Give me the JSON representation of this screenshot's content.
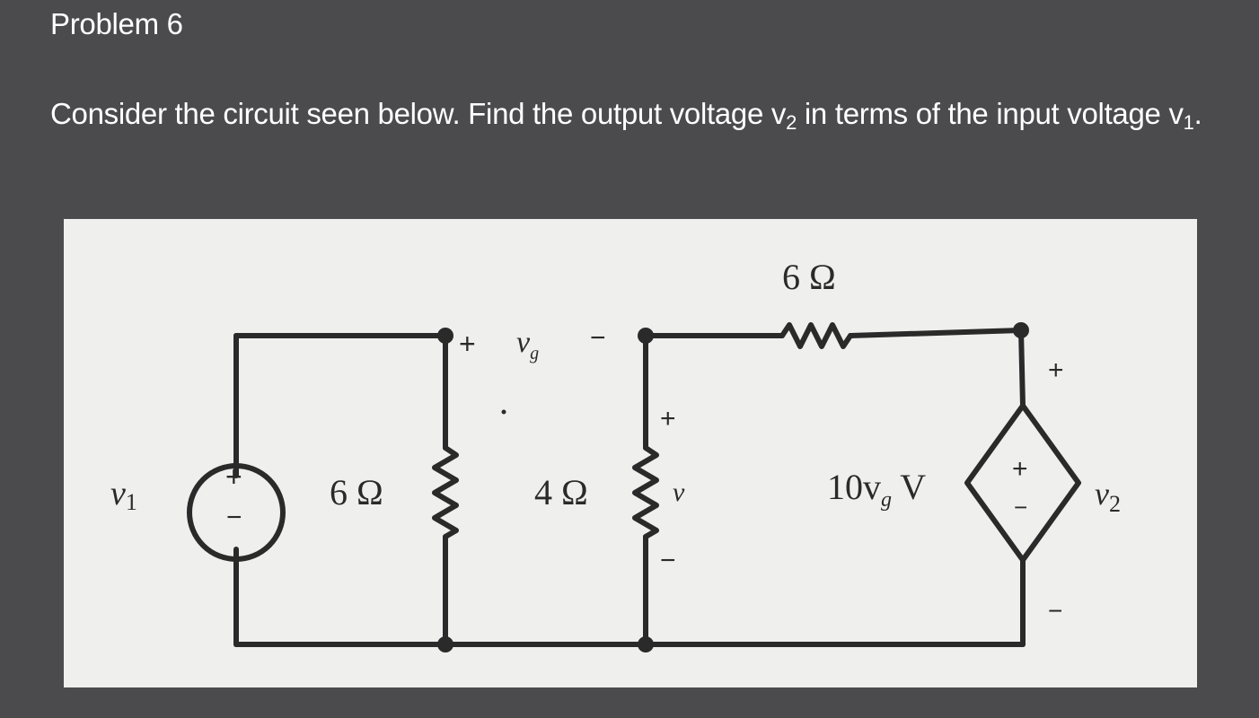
{
  "problem": {
    "title": "Problem 6",
    "statement_part1": "Consider the circuit seen below.  Find the output voltage v",
    "statement_sub1": "2",
    "statement_part2": " in terms of the input voltage v",
    "statement_sub2": "1",
    "statement_end": "."
  },
  "circuit": {
    "top_resistor_label": "6 Ω",
    "left_resistor_label": "6 Ω",
    "mid_resistor_label": "4 Ω",
    "source_label_v": "v",
    "source_label_sub": "1",
    "vg_label_v": "v",
    "vg_label_sub": "g",
    "mid_voltage_label": "v",
    "dependent_source_label": "10v",
    "dependent_source_label_sub": "g",
    "dependent_source_unit": " V",
    "output_label_v": "v",
    "output_label_sub": "2",
    "plus_sign": "+",
    "minus_sign": "−",
    "dash_sign": "—"
  },
  "colors": {
    "background": "#4b4b4d",
    "panel": "#efefee",
    "wire": "#2a2a2a"
  }
}
